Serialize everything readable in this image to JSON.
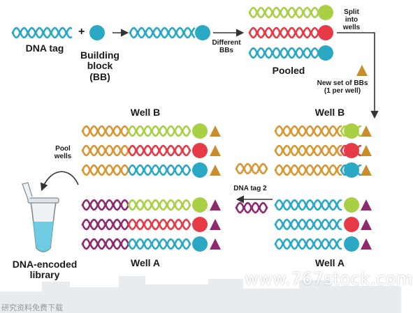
{
  "colors": {
    "teal": "#2aa8c4",
    "green": "#a9cf45",
    "red": "#e63b47",
    "orange": "#d99634",
    "purple": "#8e2a6e",
    "tan": "#c98e2c",
    "arrow": "#333333",
    "skyline": "#e9ecef"
  },
  "labels": {
    "dna_tag": "DNA tag",
    "plus": "+",
    "building_block": "Building\nblock\n(BB)",
    "different_bbs": "Different\nBBs",
    "pooled": "Pooled",
    "split_into_wells": "Split\ninto\nwells",
    "new_set_bbs": "New set of BBs\n(1 per well)",
    "well_b": "Well B",
    "well_a": "Well A",
    "dna_tag_2": "DNA tag 2",
    "pool_wells": "Pool\nwells",
    "dna_encoded_library": "DNA-encoded\nlibrary"
  },
  "watermark": {
    "url": "www.767stock.com",
    "chinese": "研究资料免费下载"
  }
}
